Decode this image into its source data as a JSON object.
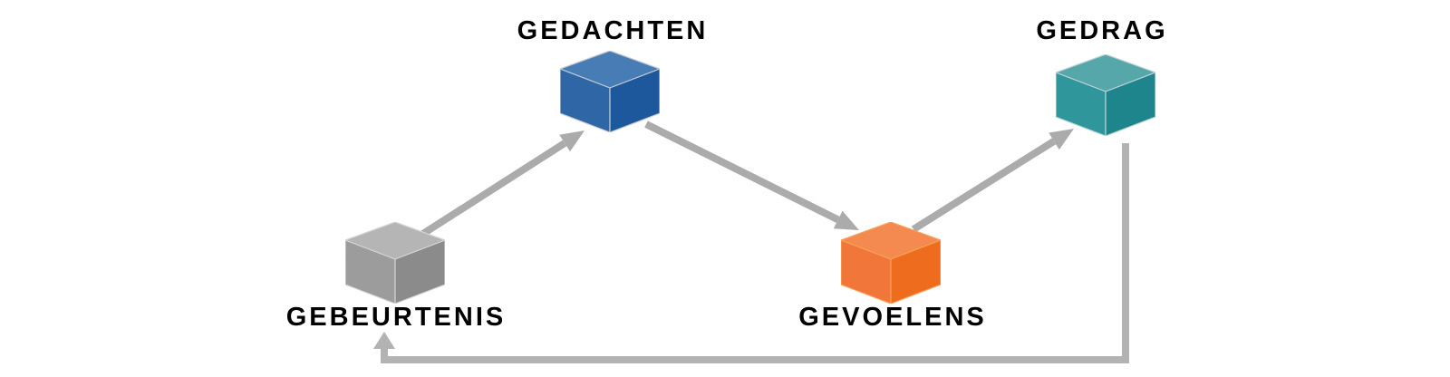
{
  "diagram": {
    "background_color": "#ffffff",
    "arrow_color": "#ababab",
    "loop_color": "#b3b3b3",
    "label_color": "#000000",
    "nodes": [
      {
        "id": "gebeurtenis",
        "label": "GEBEURTENIS",
        "cube_colors": {
          "top": "#b5b5b5",
          "left": "#9c9c9c",
          "right": "#8b8b8b",
          "edge": "#d4d4d4"
        }
      },
      {
        "id": "gedachten",
        "label": "GEDACHTEN",
        "cube_colors": {
          "top": "#477cb5",
          "left": "#2e66a6",
          "right": "#1d579c",
          "edge": "#c2c9d2"
        }
      },
      {
        "id": "gevoelens",
        "label": "GEVOELENS",
        "cube_colors": {
          "top": "#f58a50",
          "left": "#f1763a",
          "right": "#ed6c1e",
          "edge": "#f8a156"
        }
      },
      {
        "id": "gedrag",
        "label": "GEDRAG",
        "cube_colors": {
          "top": "#55a7aa",
          "left": "#2f969c",
          "right": "#1e858c",
          "edge": "#bed2d3"
        }
      }
    ],
    "connections": [
      {
        "from": "gebeurtenis",
        "to": "gedachten",
        "style": "straight"
      },
      {
        "from": "gedachten",
        "to": "gevoelens",
        "style": "straight"
      },
      {
        "from": "gevoelens",
        "to": "gedrag",
        "style": "straight"
      },
      {
        "from": "gedrag",
        "to": "gebeurtenis",
        "style": "elbow-loop"
      }
    ]
  }
}
